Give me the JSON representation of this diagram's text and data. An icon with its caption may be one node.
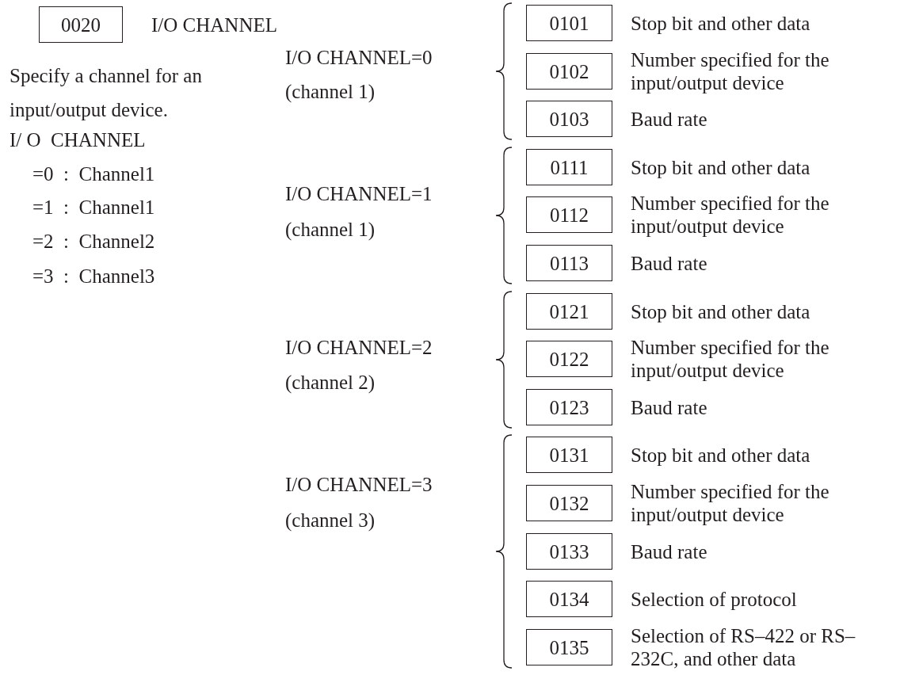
{
  "diagram": {
    "nodes": [
      {
        "text": [
          "0020"
        ],
        "beside": [
          "I/O CHANNEL"
        ]
      },
      {
        "text": [
          "0101"
        ],
        "beside": [
          "Stop bit and other data"
        ]
      },
      {
        "text": [
          "0102"
        ],
        "beside": [
          "Number specified for the input/output device"
        ]
      },
      {
        "text": [
          "0103"
        ],
        "beside": [
          "Baud rate"
        ]
      },
      {
        "text": [
          "0111"
        ],
        "beside": [
          "Stop bit and other data"
        ]
      },
      {
        "text": [
          "0112"
        ],
        "beside": [
          "Number specified for the input/output device"
        ]
      },
      {
        "text": [
          "0113"
        ],
        "beside": [
          "Baud rate"
        ]
      },
      {
        "text": [
          "0121"
        ],
        "beside": [
          "Stop bit and other data"
        ]
      },
      {
        "text": [
          "0122"
        ],
        "beside": [
          "Number specified for the input/output device"
        ]
      },
      {
        "text": [
          "0123"
        ],
        "beside": [
          "Baud rate"
        ]
      },
      {
        "text": [
          "0131"
        ],
        "beside": [
          "Stop bit and other data"
        ]
      },
      {
        "text": [
          "0132"
        ],
        "beside": [
          "Number specified for the input/output device"
        ]
      },
      {
        "text": [
          "0133"
        ],
        "beside": [
          "Baud rate"
        ]
      },
      {
        "text": [
          "0134"
        ],
        "beside": [
          "Selection of protocol"
        ]
      },
      {
        "text": [
          "0135"
        ],
        "beside": [
          "Selection of RS–422 or RS–232C, and other data"
        ]
      }
    ],
    "labels": [
      "Specify a channel for an input/output device.",
      "I/ O  CHANNEL",
      "=0  :  Channel1",
      "=1  :  Channel1",
      "=2  :  Channel2",
      "=3  :  Channel3",
      "I/O CHANNEL=0",
      "(channel 1)",
      "I/O CHANNEL=1",
      "(channel 1)",
      "I/O CHANNEL=2",
      "(channel 2)",
      "I/O CHANNEL=3",
      "(channel 3)"
    ]
  }
}
